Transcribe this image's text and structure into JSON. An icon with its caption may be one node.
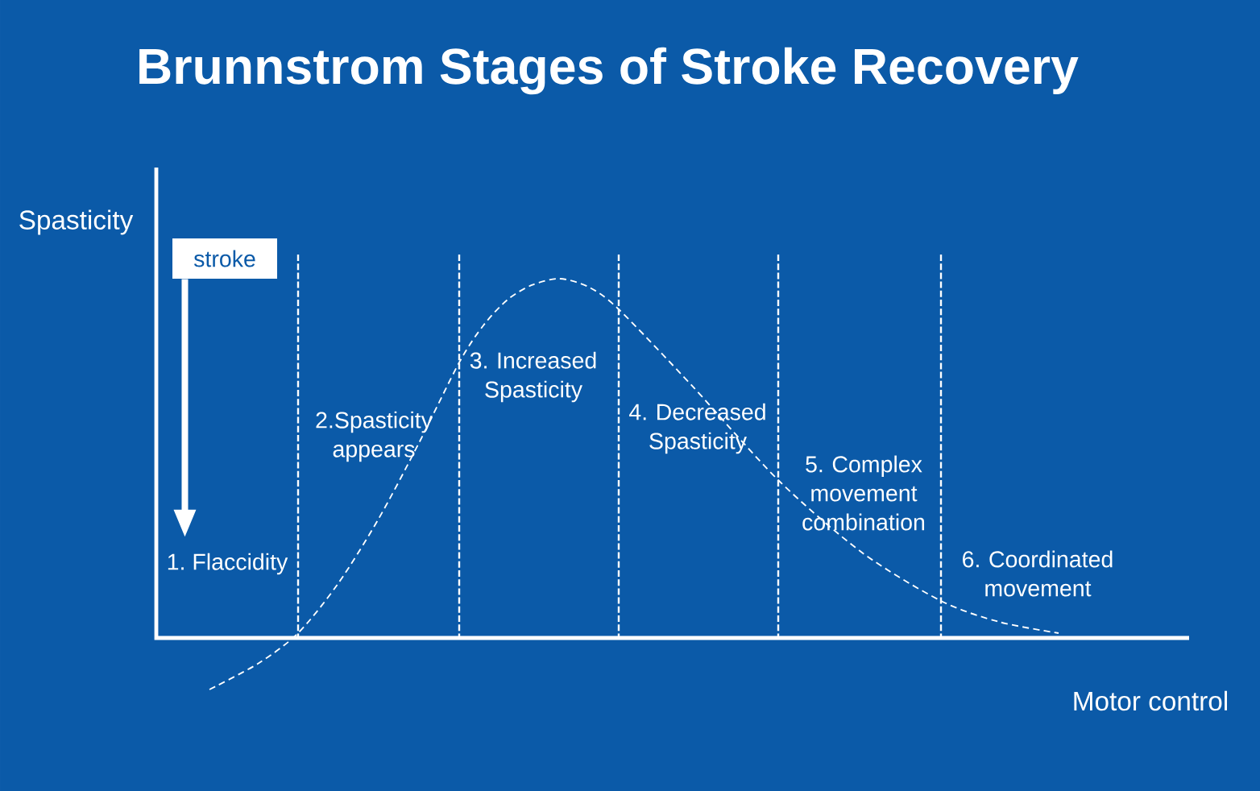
{
  "diagram": {
    "title": "Brunnstrom Stages of Stroke Recovery",
    "nodes": [
      {
        "text": [
          "stroke"
        ]
      },
      {
        "text": [
          "1. Flaccidity"
        ]
      }
    ],
    "edges": [
      {
        "from": 0,
        "to": 1,
        "arrow": "to"
      }
    ],
    "labels": [
      "Spasticity",
      "2.Spasticity appears",
      "3. Increased Spasticity",
      "4. Decreased Spasticity",
      "5. Complex movement combination",
      "6. Coordinated movement",
      "Motor control"
    ]
  }
}
